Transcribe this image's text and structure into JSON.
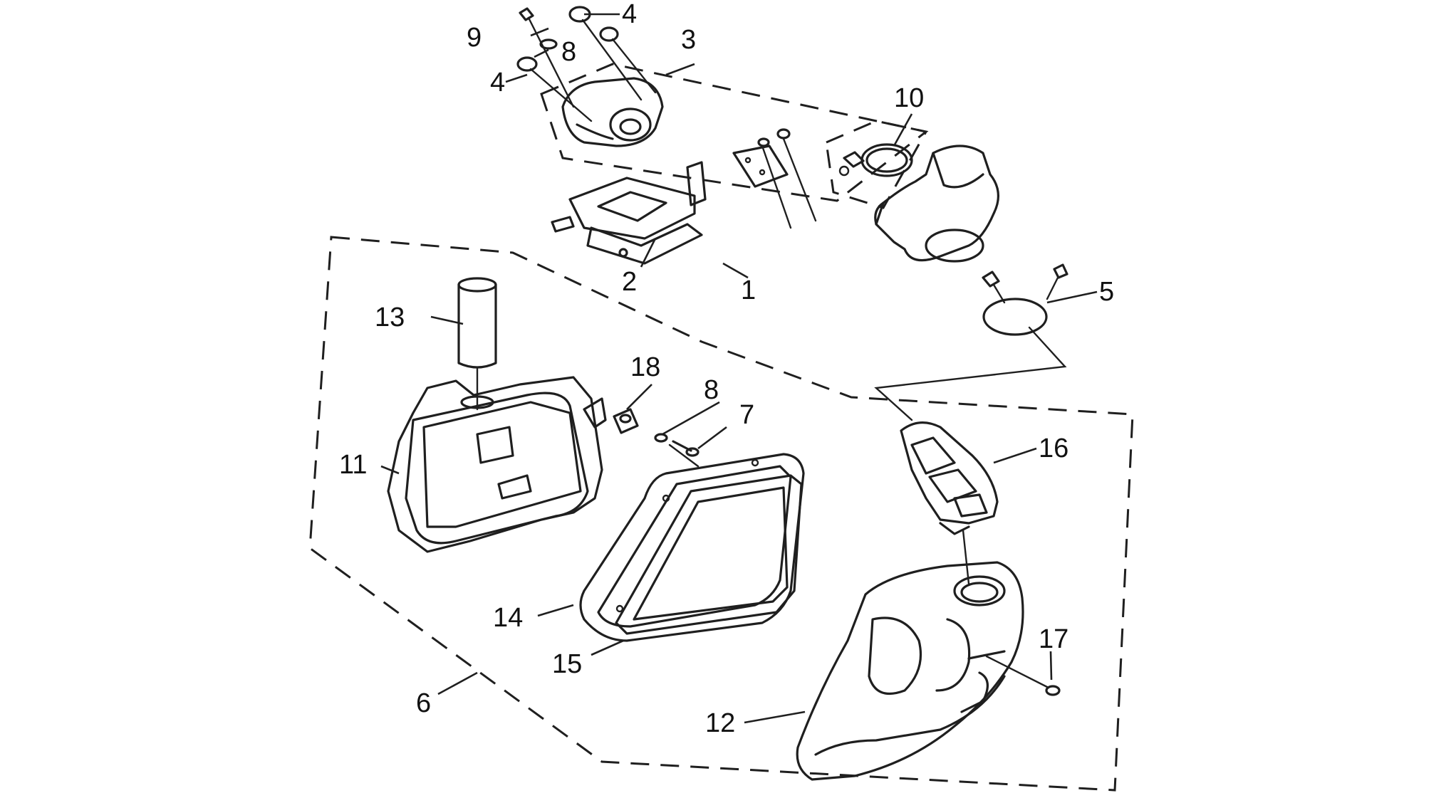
{
  "labels": {
    "p1": "1",
    "p2": "2",
    "p3": "3",
    "p4a": "4",
    "p4b": "4",
    "p5": "5",
    "p6": "6",
    "p7": "7",
    "p8a": "8",
    "p8b": "8",
    "p9": "9",
    "p10": "10",
    "p11": "11",
    "p12": "12",
    "p13": "13",
    "p14": "14",
    "p15": "15",
    "p16": "16",
    "p17": "17",
    "p18": "18"
  }
}
